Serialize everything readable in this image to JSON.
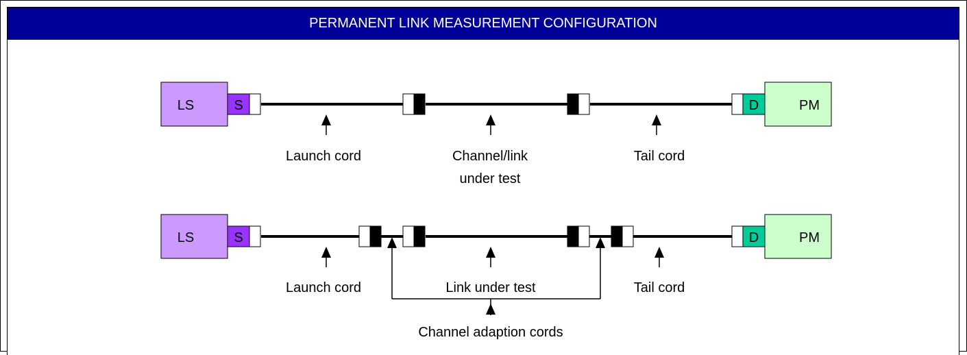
{
  "title": "PERMANENT LINK MEASUREMENT CONFIGURATION",
  "colors": {
    "title_bar": "#000099",
    "ls_box": "#cc99ff",
    "source_port": "#9933ff",
    "detector_port": "#00cc99",
    "pm_box": "#ccffcc",
    "connector_dark": "#000000",
    "connector_light": "#ffffff"
  },
  "diagram1": {
    "ls_label": "LS",
    "source_label": "S",
    "detector_label": "D",
    "pm_label": "PM",
    "labels": {
      "launch": "Launch cord",
      "channel_line1": "Channel/link",
      "channel_line2": "under test",
      "tail": "Tail cord"
    }
  },
  "diagram2": {
    "ls_label": "LS",
    "source_label": "S",
    "detector_label": "D",
    "pm_label": "PM",
    "labels": {
      "launch": "Launch cord",
      "link": "Link under test",
      "tail": "Tail cord",
      "adaption": "Channel adaption cords"
    }
  }
}
